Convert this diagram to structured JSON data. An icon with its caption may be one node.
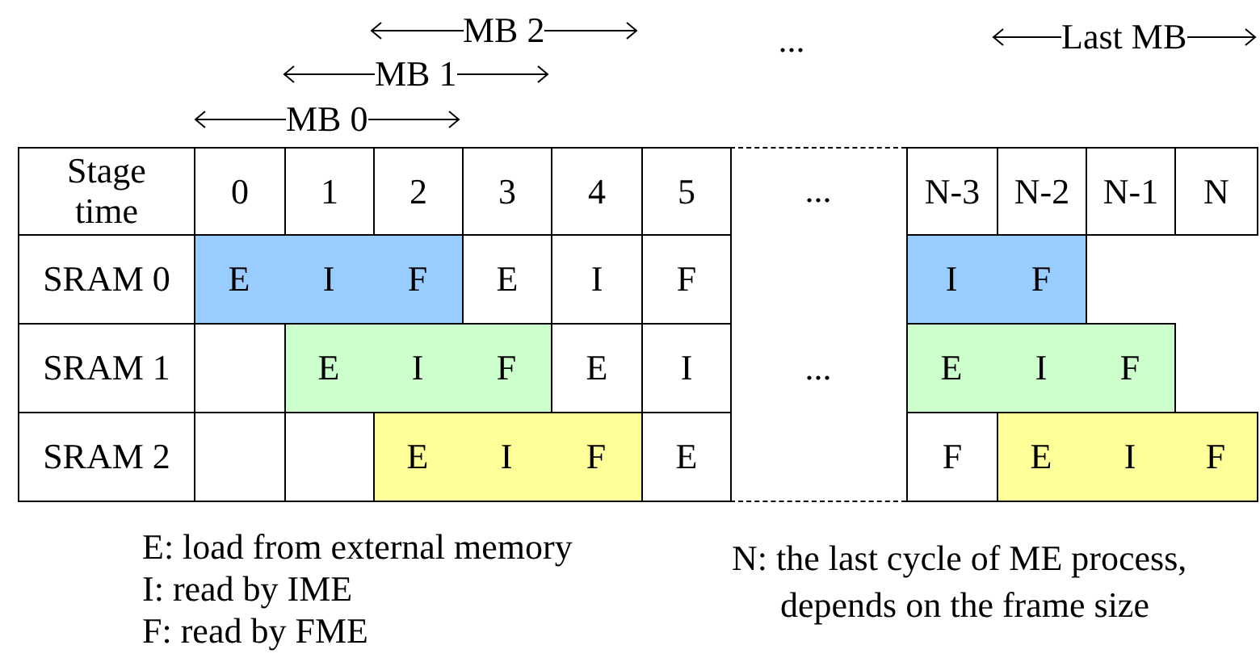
{
  "diagram": {
    "labels": [
      "MB 2",
      "...",
      "Last MB",
      "MB 1",
      "MB 0",
      "Stage time",
      "0",
      "1",
      "2",
      "3",
      "4",
      "5",
      "...",
      "N-3",
      "N-2",
      "N-1",
      "N",
      "SRAM 0",
      "E",
      "I",
      "F",
      "E",
      "I",
      "F",
      "I",
      "F",
      "SRAM 1",
      "E",
      "I",
      "F",
      "E",
      "I",
      "...",
      "E",
      "I",
      "F",
      "SRAM 2",
      "E",
      "I",
      "F",
      "E",
      "F",
      "E",
      "I",
      "F",
      "E: load from external memory",
      "I: read by IME",
      "F: read by FME",
      "N: the last cycle of ME process, depends on the frame size"
    ]
  }
}
